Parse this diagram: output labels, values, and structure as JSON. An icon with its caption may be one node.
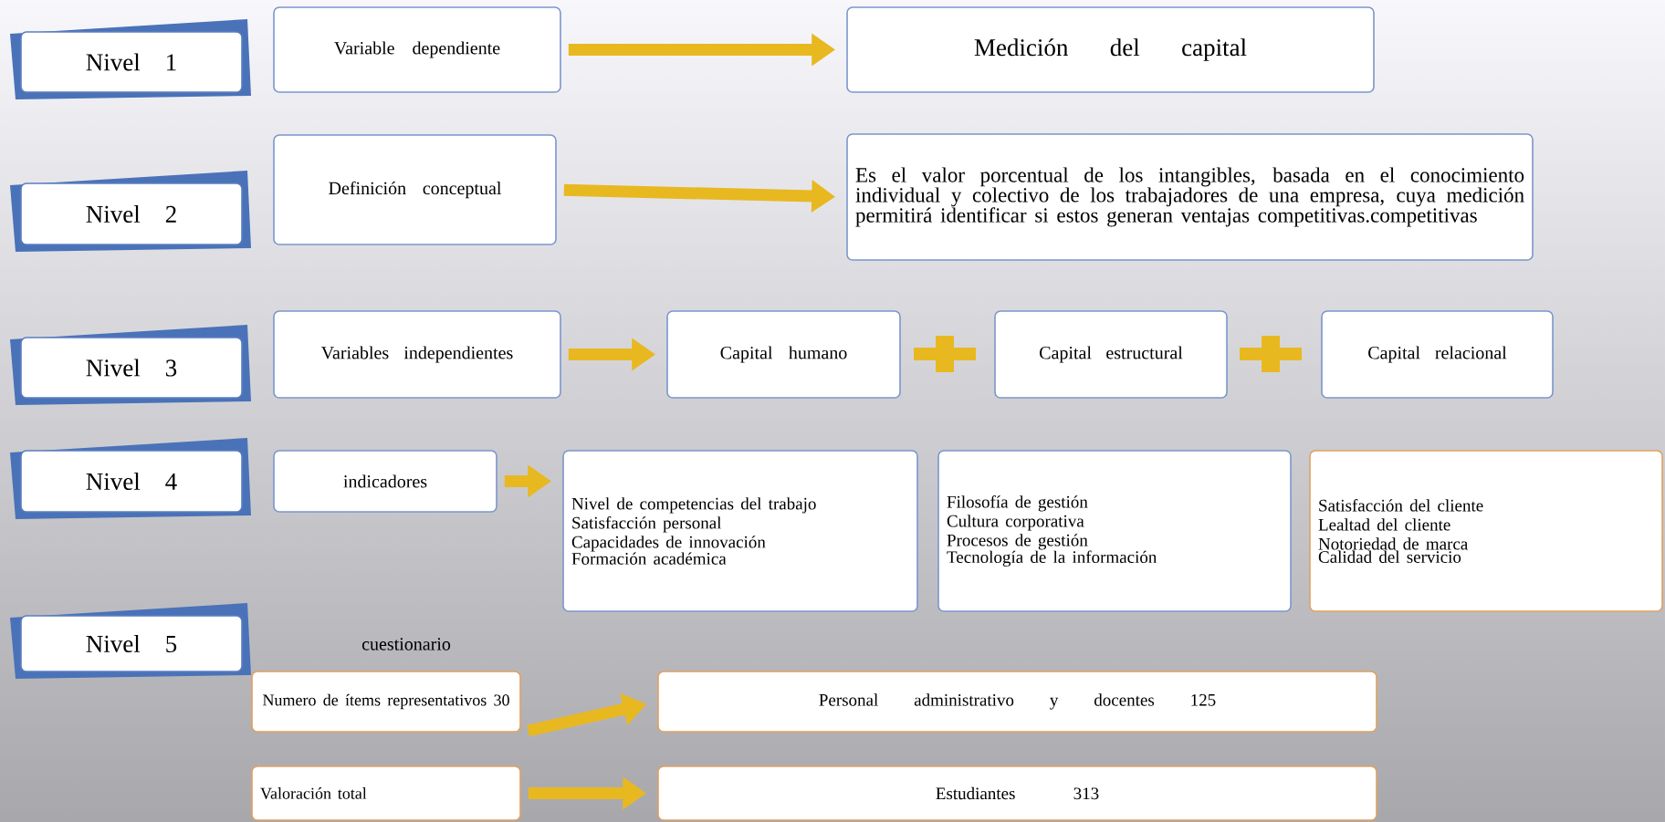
{
  "diagram": {
    "nodes": [
      {
        "text": [
          "Nivel 1"
        ]
      },
      {
        "text": [
          "Variable dependiente"
        ]
      },
      {
        "text": [
          "Medición del capital"
        ]
      },
      {
        "text": [
          "Nivel 2"
        ]
      },
      {
        "text": [
          "Definición conceptual"
        ]
      },
      {
        "text": [
          "Es el valor porcentual de los intangibles, basada en el conocimiento individual y colectivo de los trabajadores de una empresa, cuya medición permitirá identificar si estos generan ventajas competitivas.competitivas"
        ]
      },
      {
        "text": [
          "Nivel 3"
        ]
      },
      {
        "text": [
          "Variables independientes"
        ]
      },
      {
        "text": [
          "Capital humano"
        ]
      },
      {
        "text": [
          "Capital estructural"
        ]
      },
      {
        "text": [
          "Capital relacional"
        ]
      },
      {
        "text": [
          "Nivel 4"
        ]
      },
      {
        "text": [
          "indicadores"
        ]
      },
      {
        "text": [
          "Nivel de competencias del trabajo",
          "Satisfacción personal",
          "Capacidades de innovación",
          "Formación académica"
        ]
      },
      {
        "text": [
          "Filosofía de gestión",
          "Cultura corporativa",
          "Procesos de gestión",
          "Tecnología de la información"
        ]
      },
      {
        "text": [
          "Satisfacción del cliente",
          "Lealtad del cliente",
          "Notoriedad de marca",
          "Calidad del servicio"
        ]
      },
      {
        "text": [
          "Nivel 5"
        ]
      },
      {
        "text": [
          "Numero de ítems representativos 30"
        ]
      },
      {
        "text": [
          "Personal administrativo y docentes 125"
        ]
      },
      {
        "text": [
          "Valoración total"
        ]
      },
      {
        "text": [
          "Estudiantes 313"
        ]
      }
    ],
    "edges": [
      {
        "from": 1,
        "to": 2,
        "arrow": "to"
      },
      {
        "from": 4,
        "to": 5,
        "arrow": "to"
      },
      {
        "from": 7,
        "to": 8,
        "arrow": "to"
      },
      {
        "from": 12,
        "to": 13,
        "arrow": "to"
      },
      {
        "from": 17,
        "to": 18,
        "arrow": "to"
      },
      {
        "from": 19,
        "to": 20,
        "arrow": "to"
      }
    ],
    "labels": [
      "cuestionario"
    ]
  }
}
